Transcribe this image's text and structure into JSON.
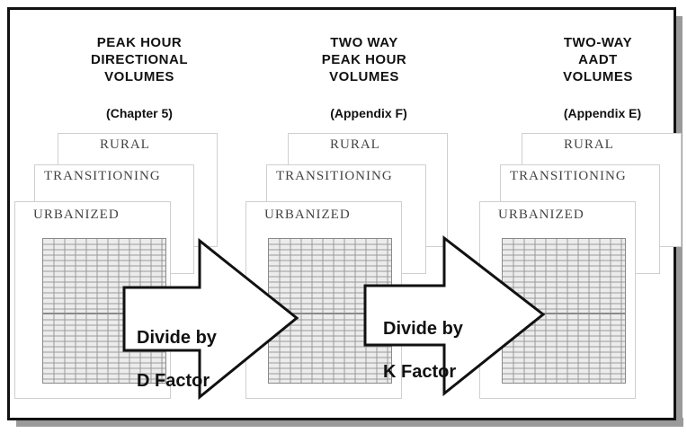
{
  "columns": [
    {
      "title_lines": [
        "PEAK HOUR",
        "DIRECTIONAL",
        "VOLUMES"
      ],
      "source": "(Chapter 5)",
      "sheets": [
        "RURAL",
        "TRANSITIONING",
        "URBANIZED"
      ]
    },
    {
      "title_lines": [
        "TWO WAY",
        "PEAK HOUR",
        "VOLUMES"
      ],
      "source": "(Appendix F)",
      "sheets": [
        "RURAL",
        "TRANSITIONING",
        "URBANIZED"
      ]
    },
    {
      "title_lines": [
        "TWO-WAY",
        "AADT",
        "VOLUMES"
      ],
      "source": "(Appendix E)",
      "sheets": [
        "RURAL",
        "TRANSITIONING",
        "URBANIZED"
      ]
    }
  ],
  "arrows": [
    {
      "label_line1": "Divide by",
      "label_line2": "D Factor"
    },
    {
      "label_line1": "Divide by",
      "label_line2": "K Factor"
    }
  ]
}
